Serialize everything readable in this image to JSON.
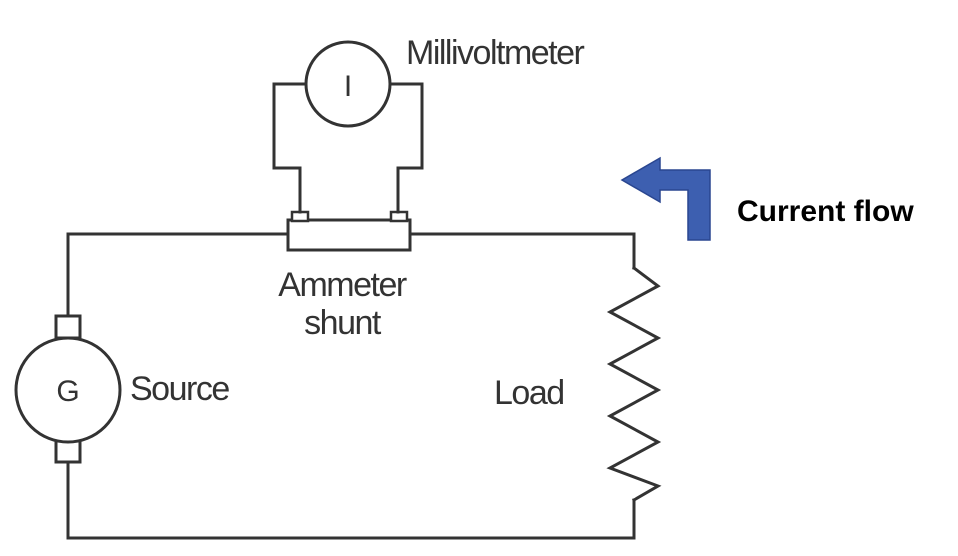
{
  "labels": {
    "meter": "Millivoltmeter",
    "meter_symbol": "I",
    "shunt_line1": "Ammeter",
    "shunt_line2": "shunt",
    "generator_symbol": "G",
    "source": "Source",
    "load": "Load",
    "current_flow": "Current flow"
  },
  "colors": {
    "wire": "#333333",
    "arrow": "#3d5fb0",
    "arrow_outline": "#2a4690",
    "text": "#333333",
    "annotation_text": "#000000"
  },
  "icons": {
    "meter": "circle-meter-icon",
    "generator": "circle-generator-icon",
    "load": "resistor-zigzag-icon",
    "arrow": "bent-arrow-left-icon"
  }
}
